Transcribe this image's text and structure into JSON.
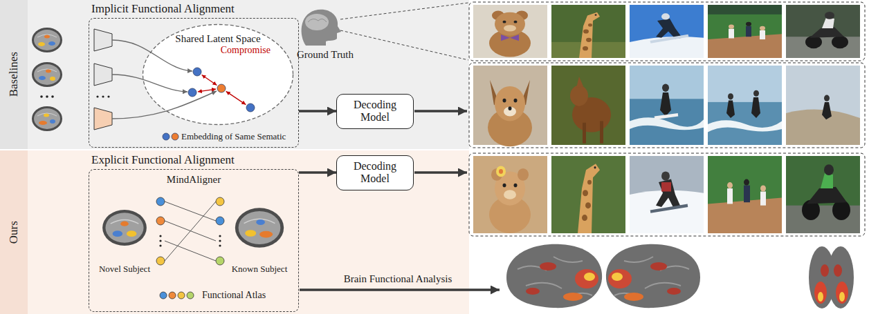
{
  "diagram": {
    "nodes": [
      {
        "text": [
          "Baselines"
        ]
      },
      {
        "text": [
          "Implicit Functional Alignment"
        ],
        "in": 0
      },
      {
        "text": [
          "Shared Latent Space",
          "Compromise"
        ],
        "in": 1
      },
      {
        "text": [
          "Decoding Model"
        ],
        "in": 0
      },
      {
        "text": [
          "Ours"
        ]
      },
      {
        "text": [
          "Explicit Functional Alignment",
          "MindAligner"
        ],
        "in": 4
      },
      {
        "text": [
          "Decoding Model"
        ],
        "in": 4
      }
    ],
    "edges": [
      {
        "from": 1,
        "to": 3,
        "arrow": "to"
      },
      {
        "from": 5,
        "to": 6,
        "arrow": "to"
      }
    ],
    "labels": [
      "Ground Truth",
      "Novel Subject",
      "Known Subject",
      "Brain Functional Analysis"
    ],
    "legend": [
      {
        "text": "Embedding of Same Sematic"
      },
      {
        "text": "Functional Atlas"
      }
    ]
  }
}
